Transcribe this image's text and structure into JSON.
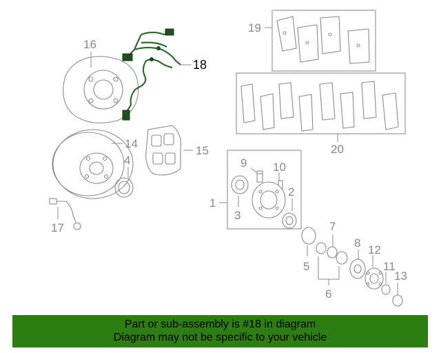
{
  "callouts": {
    "c1": "1",
    "c2": "2",
    "c3": "3",
    "c4": "4",
    "c5": "5",
    "c6": "6",
    "c7": "7",
    "c8": "8",
    "c9": "9",
    "c10": "10",
    "c11": "11",
    "c12": "12",
    "c13": "13",
    "c14": "14",
    "c15": "15",
    "c16": "16",
    "c17": "17",
    "c18": "18",
    "c19": "19",
    "c20": "20"
  },
  "highlighted_part": "18",
  "colors": {
    "banner": "#2e7d12",
    "harness": "#2e6b2e",
    "line_art": "#8a8a8a"
  },
  "banner": {
    "line1": "Part or sub-assembly is #18 in diagram",
    "line2": "Diagram may not be specific to your vehicle"
  }
}
